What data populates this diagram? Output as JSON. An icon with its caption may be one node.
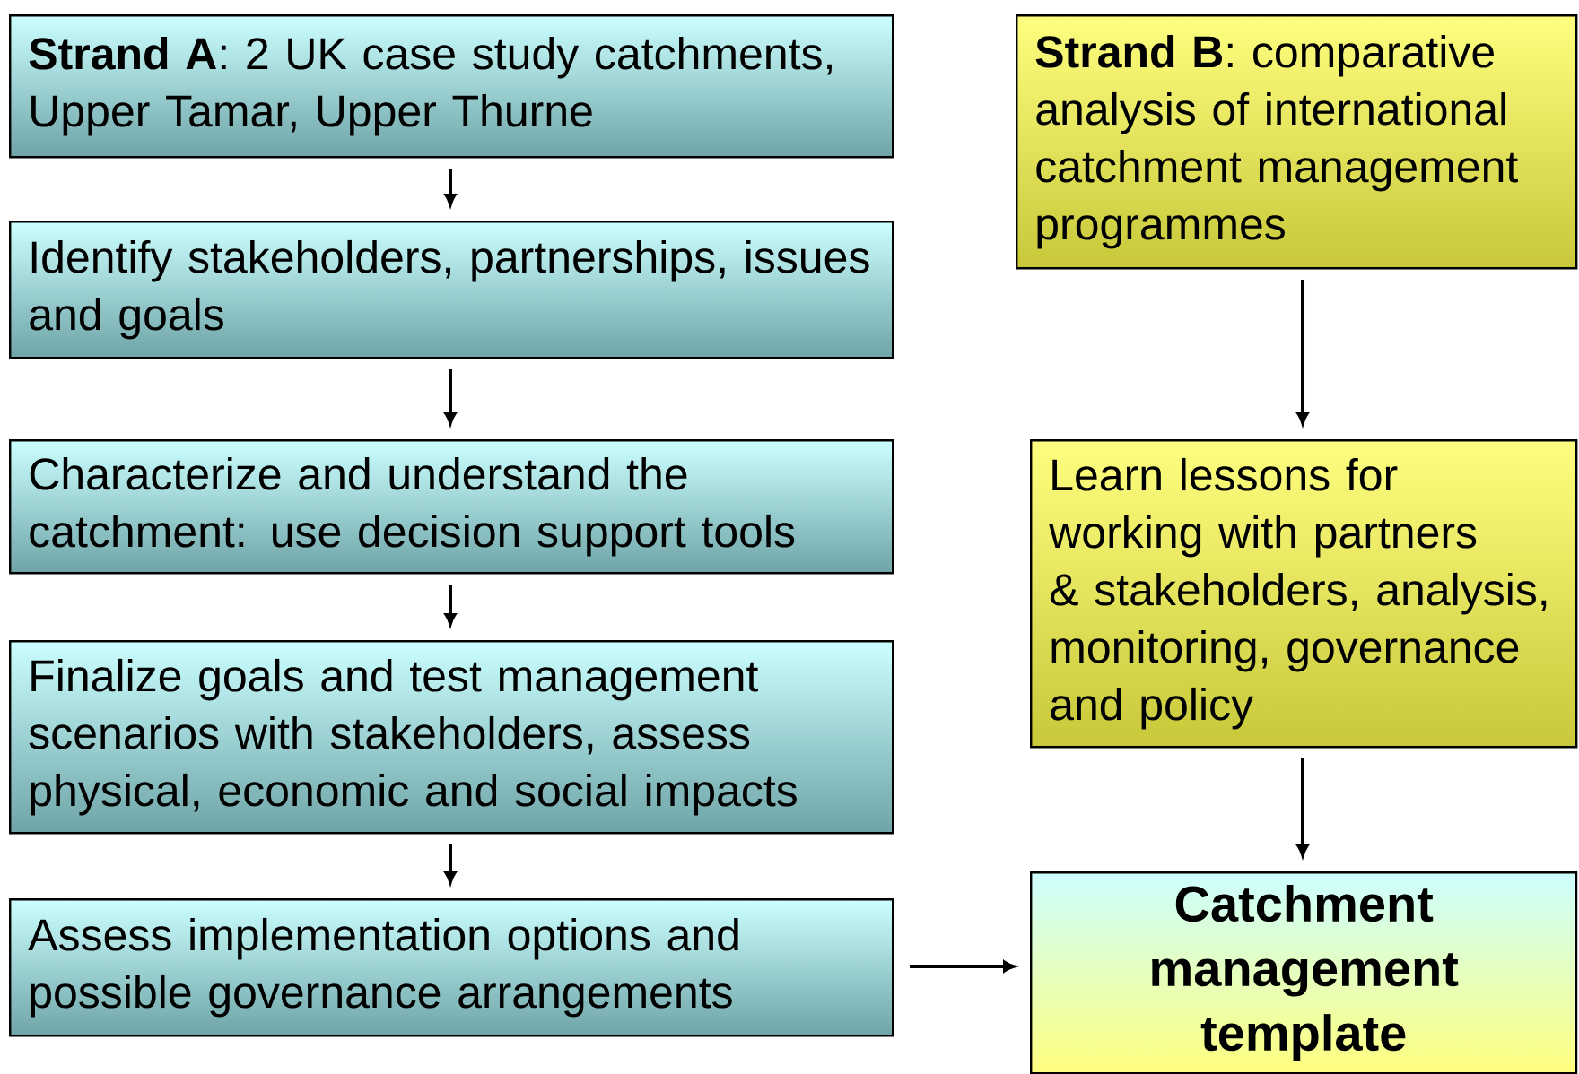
{
  "diagram": {
    "nodes": [
      {
        "text": [
          "**Strand A**: 2 UK case study catchments, Upper Tamar, Upper Thurne"
        ]
      },
      {
        "text": [
          "Identify stakeholders, partnerships, issues and goals"
        ]
      },
      {
        "text": [
          "Characterize and understand the catchment: use decision support tools"
        ]
      },
      {
        "text": [
          "Finalize goals and test management scenarios with stakeholders, assess physical, economic and social impacts"
        ]
      },
      {
        "text": [
          "Assess implementation options and possible governance arrangements"
        ]
      },
      {
        "text": [
          "**Strand B**: comparative analysis of international catchment management programmes"
        ]
      },
      {
        "text": [
          "Learn lessons for working with partners & stakeholders, analysis, monitoring, governance and policy"
        ]
      },
      {
        "text": [
          "Catchment management template"
        ]
      }
    ],
    "edges": [
      {
        "from": 0,
        "to": 1,
        "arrow": "to"
      },
      {
        "from": 1,
        "to": 2,
        "arrow": "to"
      },
      {
        "from": 2,
        "to": 3,
        "arrow": "to"
      },
      {
        "from": 3,
        "to": 4,
        "arrow": "to"
      },
      {
        "from": 5,
        "to": 6,
        "arrow": "to"
      },
      {
        "from": 6,
        "to": 7,
        "arrow": "to"
      },
      {
        "from": 4,
        "to": 7,
        "arrow": "to"
      }
    ]
  }
}
